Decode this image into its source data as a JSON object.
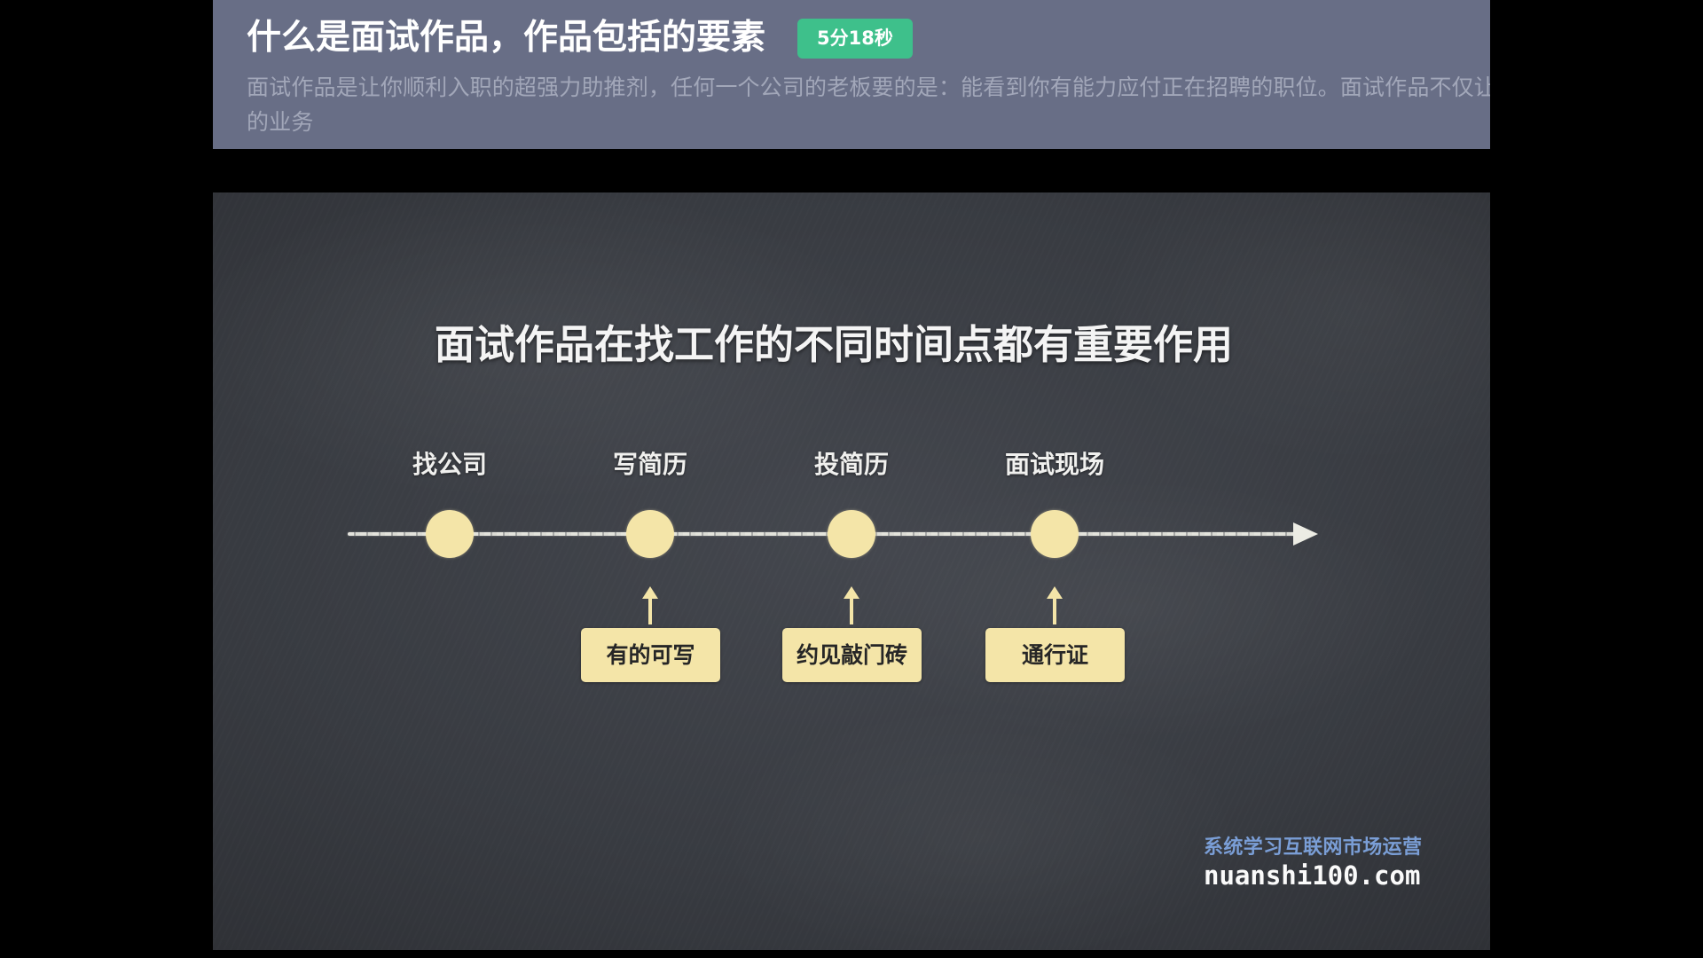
{
  "theme": {
    "header_bg": "#686e86",
    "badge_bg": "#3ec08b",
    "chalk_yellow": "#f4e5a8",
    "chalk_white": "#ecece4",
    "watermark_blue": "#7a9ed6"
  },
  "header": {
    "title": "什么是面试作品，作品包括的要素",
    "duration_badge": "5分18秒",
    "description_lines": [
      "面试作品是让你顺利入职的超强力助推剂，任何一个公司的老板要的是：能看到你有能力应付正在招聘的职位。面试作品不仅让",
      "的业务"
    ]
  },
  "slide": {
    "title": "面试作品在找工作的不同时间点都有重要作用",
    "timeline": {
      "stages": [
        {
          "label": "找公司"
        },
        {
          "label": "写简历",
          "note": "有的可写"
        },
        {
          "label": "投简历",
          "note": "约见敲门砖"
        },
        {
          "label": "面试现场",
          "note": "通行证"
        }
      ]
    },
    "watermark": {
      "tagline": "系统学习互联网市场运营",
      "site": "nuanshi100.com"
    }
  }
}
